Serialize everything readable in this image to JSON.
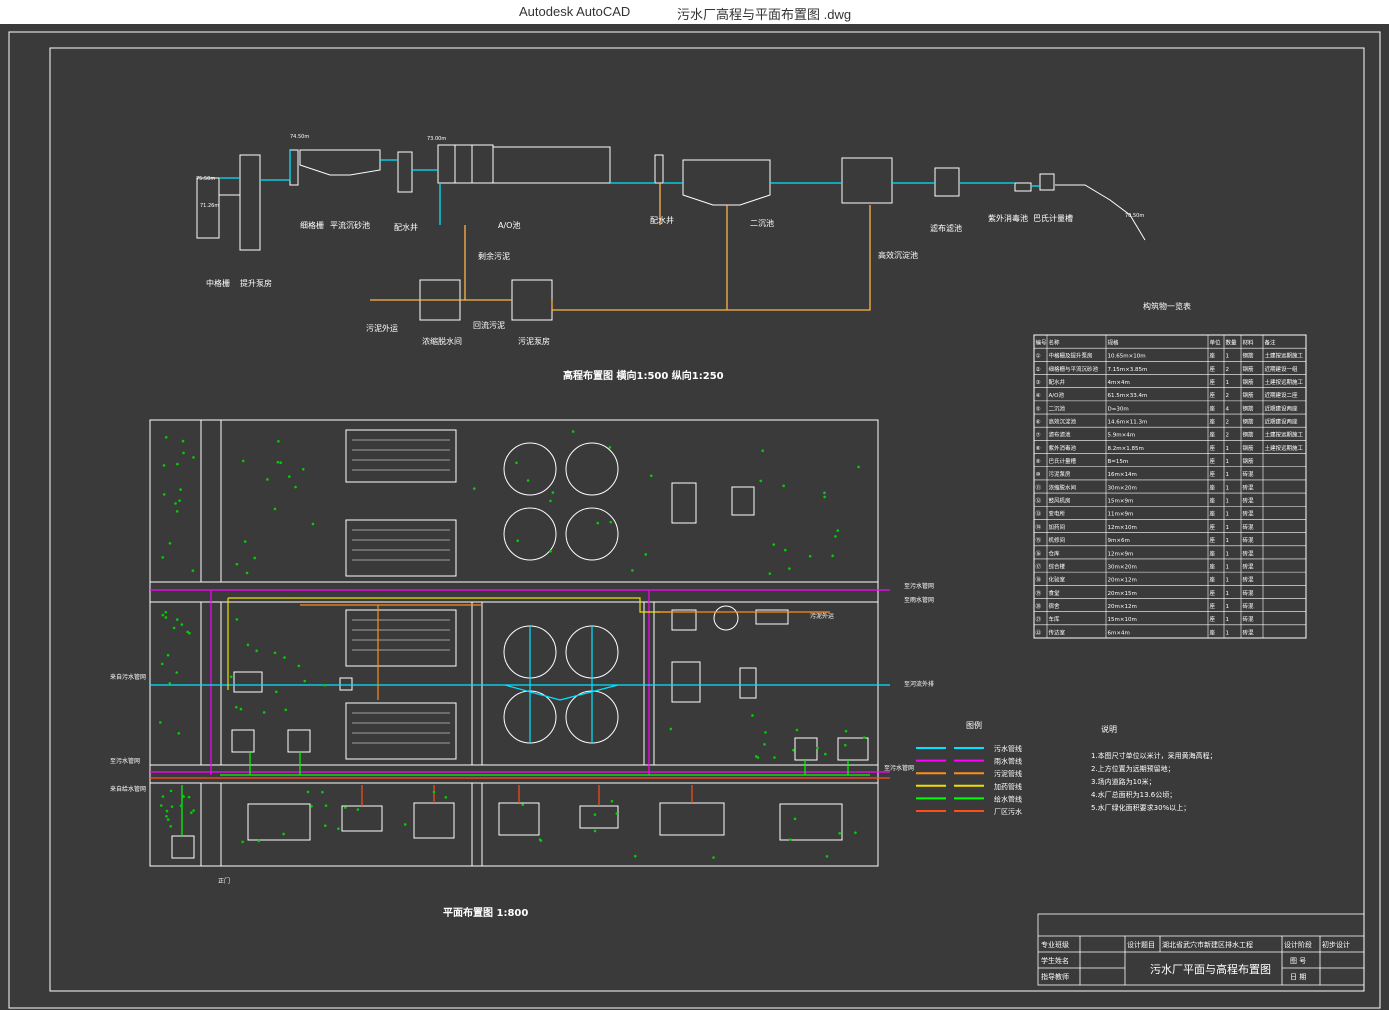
{
  "window": {
    "app_name": "Autodesk AutoCAD",
    "document_title": "污水厂高程与平面布置图 .dwg"
  },
  "elevation_view": {
    "caption": "高程布置图 横向1:500 纵向1:250",
    "unit_labels": [
      "中格栅",
      "提升泵房",
      "细格栅",
      "平流沉砂池",
      "配水井",
      "A/O池",
      "配水井",
      "二沉池",
      "高效沉淀池",
      "滤布滤池",
      "紫外消毒池",
      "巴氏计量槽",
      "剩余污泥",
      "污泥泵房",
      "浓缩脱水间",
      "回流污泥",
      "污泥外运"
    ],
    "elevation_marks": [
      "75.50m",
      "74.50m",
      "73.00m",
      "71.26m",
      "70.50m"
    ]
  },
  "plan_view": {
    "caption": "平面布置图 1:800",
    "side_labels": {
      "inlet_left": "来自污水管网",
      "outfall_left": "至污水管网",
      "source_left": "来自给水管网",
      "right_1": "至污水管网",
      "right_2": "至雨水管网",
      "right_3": "至河流外排",
      "right_4": "至污水管网",
      "sludge_out": "污泥外运",
      "gate": "正门"
    }
  },
  "structure_table": {
    "title": "构筑物一览表",
    "headers": [
      "编号",
      "名称",
      "规格",
      "单位",
      "数量",
      "材料",
      "备注"
    ],
    "rows": [
      [
        "①",
        "中格栅及提升泵房",
        "10.65m×10m",
        "座",
        "1",
        "钢筋",
        "土建按远期施工"
      ],
      [
        "②",
        "细格栅与平流沉砂池",
        "7.15m×3.85m",
        "座",
        "2",
        "钢筋",
        "近期建设一组"
      ],
      [
        "③",
        "配水井",
        "4m×4m",
        "座",
        "1",
        "钢筋",
        "土建按远期施工"
      ],
      [
        "④",
        "A/O池",
        "61.5m×33.4m",
        "座",
        "2",
        "钢筋",
        "近期建设二座"
      ],
      [
        "⑤",
        "二沉池",
        "D=30m",
        "座",
        "4",
        "钢筋",
        "近期建设两座"
      ],
      [
        "⑥",
        "高效沉淀池",
        "14.6m×11.3m",
        "座",
        "2",
        "钢筋",
        "近期建设两座"
      ],
      [
        "⑦",
        "滤布滤池",
        "5.9m×4m",
        "座",
        "2",
        "钢筋",
        "土建按远期施工"
      ],
      [
        "⑧",
        "紫外消毒池",
        "8.2m×1.85m",
        "座",
        "1",
        "钢筋",
        "土建按远期施工"
      ],
      [
        "⑨",
        "巴氏计量槽",
        "B=15m",
        "座",
        "1",
        "钢筋",
        ""
      ],
      [
        "⑩",
        "污泥泵房",
        "16m×14m",
        "座",
        "1",
        "砖混",
        ""
      ],
      [
        "⑪",
        "浓缩脱水间",
        "30m×20m",
        "座",
        "1",
        "砖混",
        ""
      ],
      [
        "⑫",
        "鼓风机房",
        "15m×9m",
        "座",
        "1",
        "砖混",
        ""
      ],
      [
        "⑬",
        "变电所",
        "11m×9m",
        "座",
        "1",
        "砖混",
        ""
      ],
      [
        "⑭",
        "加药间",
        "12m×10m",
        "座",
        "1",
        "砖混",
        ""
      ],
      [
        "⑮",
        "机修间",
        "9m×6m",
        "座",
        "1",
        "砖混",
        ""
      ],
      [
        "⑯",
        "仓库",
        "12m×9m",
        "座",
        "1",
        "砖混",
        ""
      ],
      [
        "⑰",
        "综合楼",
        "30m×20m",
        "座",
        "1",
        "砖混",
        ""
      ],
      [
        "⑱",
        "化验室",
        "20m×12m",
        "座",
        "1",
        "砖混",
        ""
      ],
      [
        "⑲",
        "食堂",
        "20m×15m",
        "座",
        "1",
        "砖混",
        ""
      ],
      [
        "⑳",
        "宿舍",
        "20m×12m",
        "座",
        "1",
        "砖混",
        ""
      ],
      [
        "㉑",
        "车库",
        "15m×10m",
        "座",
        "1",
        "砖混",
        ""
      ],
      [
        "㉒",
        "传达室",
        "6m×4m",
        "座",
        "1",
        "砖混",
        ""
      ]
    ]
  },
  "legend": {
    "title": "图例",
    "items": [
      {
        "label": "污水管线",
        "color": "#00e5ff"
      },
      {
        "label": "雨水管线",
        "color": "#ff00ff"
      },
      {
        "label": "污泥管线",
        "color": "#ff8c1a"
      },
      {
        "label": "加药管线",
        "color": "#f0e000"
      },
      {
        "label": "给水管线",
        "color": "#00ff00"
      },
      {
        "label": "厂区污水",
        "color": "#ff4d1a"
      }
    ]
  },
  "notes": {
    "title": "说明",
    "lines": [
      "1.本图尺寸单位以米计，采用黄海高程；",
      "2.上方位置为远期预留地；",
      "3.场内道路为10米；",
      "4.水厂总面积为13.6公顷；",
      "5.水厂绿化面积要求30%以上；"
    ]
  },
  "title_block": {
    "major_label": "专业班级",
    "student_label": "学生姓名",
    "advisor_label": "指导教师",
    "project_label": "设计题目",
    "project_value": "湖北省武穴市新建区排水工程",
    "stage_label": "设计阶段",
    "stage_value": "初步设计",
    "drawing_no_label": "图 号",
    "date_label": "日 期",
    "drawing_title": "污水厂平面与高程布置图"
  }
}
